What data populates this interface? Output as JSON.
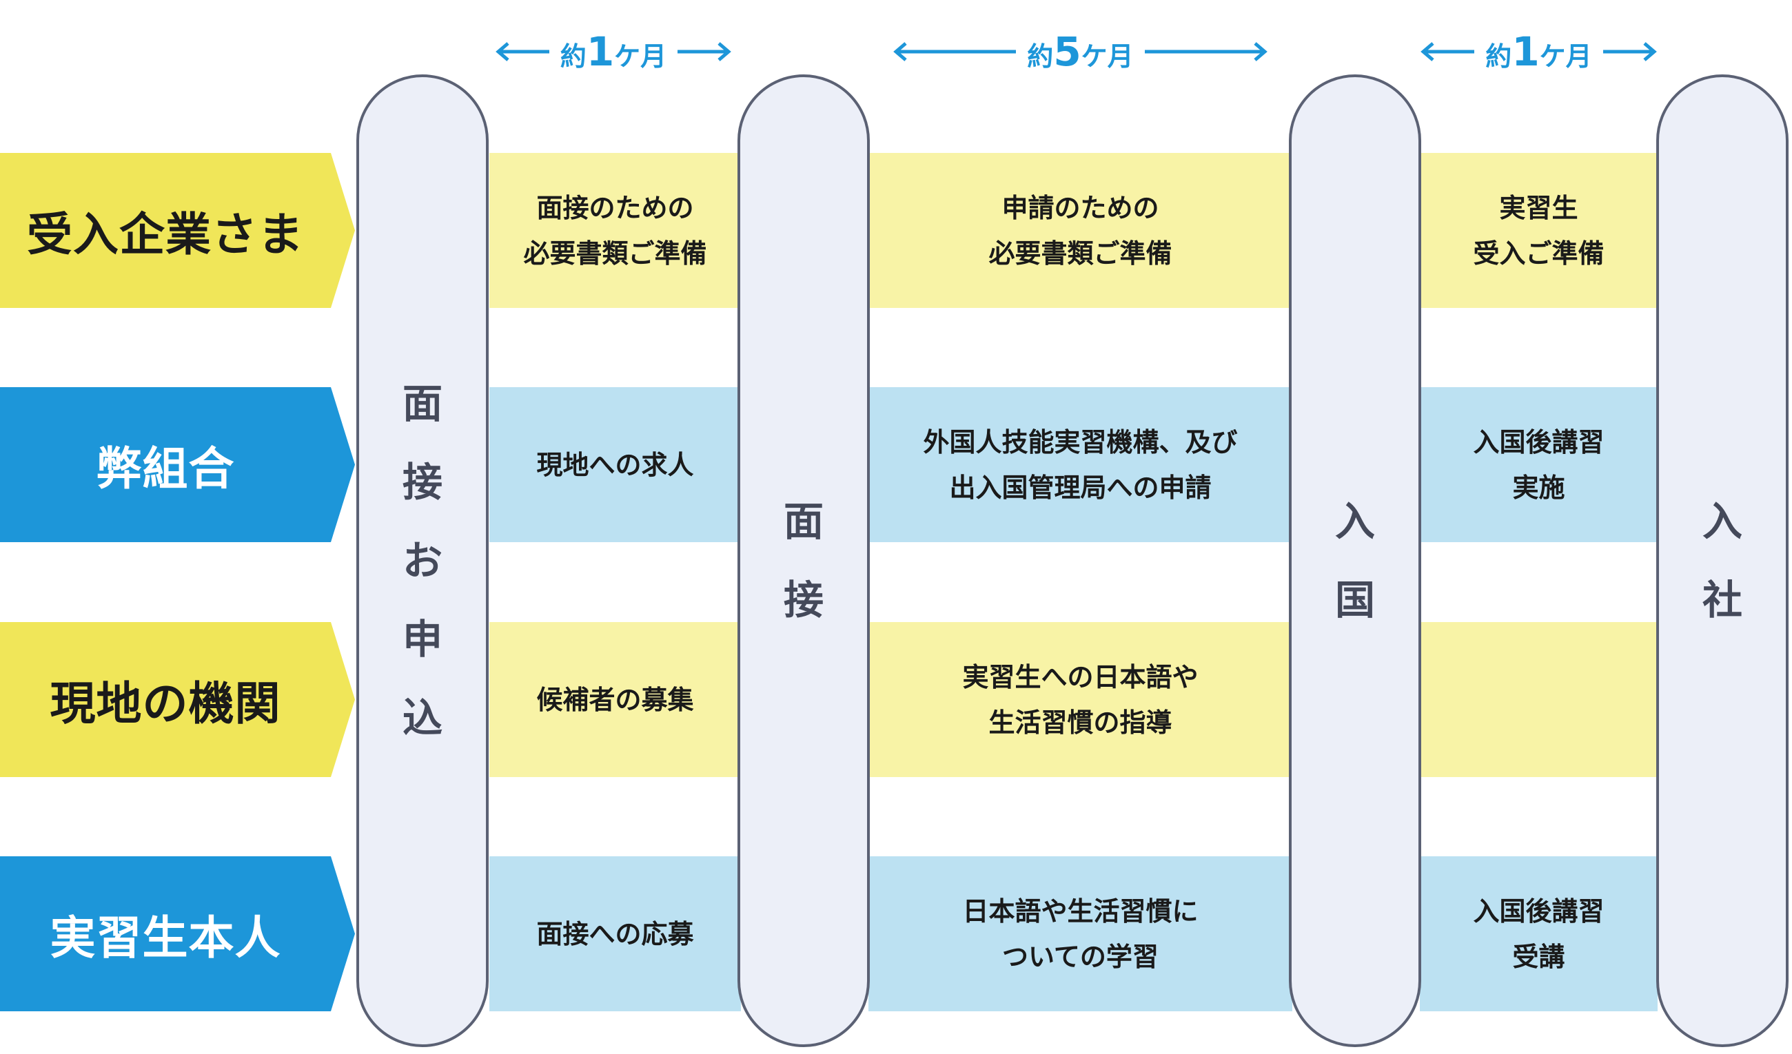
{
  "lanes": [
    {
      "label": "受入企業さま",
      "color": "yellow"
    },
    {
      "label": "弊組合",
      "color": "blue"
    },
    {
      "label": "現地の機関",
      "color": "yellow"
    },
    {
      "label": "実習生本人",
      "color": "blue"
    }
  ],
  "milestones": [
    {
      "chars": [
        "面",
        "接",
        "お",
        "申",
        "込"
      ]
    },
    {
      "chars": [
        "面",
        "接"
      ]
    },
    {
      "chars": [
        "入",
        "国"
      ]
    },
    {
      "chars": [
        "入",
        "社"
      ]
    }
  ],
  "durations": [
    {
      "prefix": "約",
      "number": "1",
      "suffix": "ケ月"
    },
    {
      "prefix": "約",
      "number": "5",
      "suffix": "ケ月"
    },
    {
      "prefix": "約",
      "number": "1",
      "suffix": "ケ月"
    }
  ],
  "phases": [
    {
      "tasks": [
        "面接のための\n必要書類ご準備",
        "現地への求人",
        "候補者の募集",
        "面接への応募"
      ]
    },
    {
      "tasks": [
        "申請のための\n必要書類ご準備",
        "外国人技能実習機構、及び\n出入国管理局への申請",
        "実習生への日本語や\n生活習慣の指導",
        "日本語や生活習慣に\nついての学習"
      ]
    },
    {
      "tasks": [
        "実習生\n受入ご準備",
        "入国後講習\n実施",
        "",
        "入国後講習\n受講"
      ]
    }
  ],
  "colors": {
    "lane_yellow": "#f0e659",
    "lane_blue": "#1d96d9",
    "cell_yellow": "#f8f3a6",
    "cell_blue": "#bce1f2",
    "pill_fill": "#eceff8",
    "pill_border": "#5b6174",
    "arrow": "#1d96d9"
  }
}
